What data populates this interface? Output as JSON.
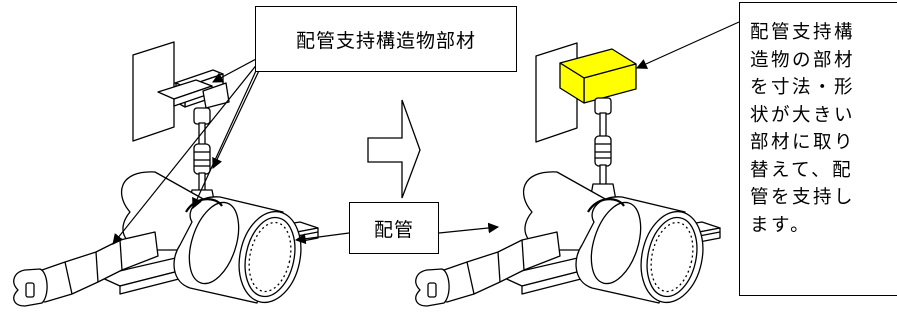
{
  "labels": {
    "member": "配管支持構造物部材",
    "pipe": "配管"
  },
  "explanation": {
    "lines": [
      "配管支持構",
      "造物の部材",
      "を寸法・形",
      "状が大きい",
      "部材に取り",
      "替えて、配",
      "管を支持し",
      "ます。"
    ]
  },
  "colors": {
    "replacement_member": "#ffff00",
    "line": "#000000",
    "background": "#ffffff"
  },
  "icons": {
    "transition_arrow": "right-arrow-outline"
  }
}
